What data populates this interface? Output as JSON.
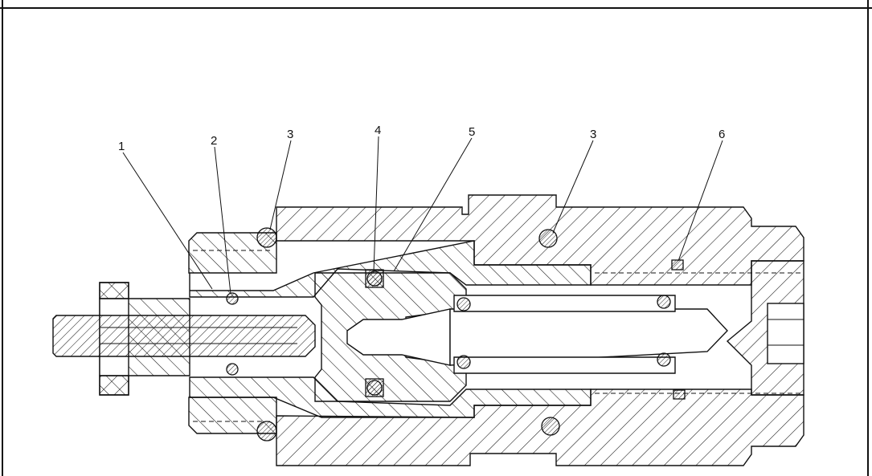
{
  "diagram": {
    "callouts": [
      {
        "id": "1",
        "text": "1"
      },
      {
        "id": "2",
        "text": "2"
      },
      {
        "id": "3a",
        "text": "3"
      },
      {
        "id": "4",
        "text": "4"
      },
      {
        "id": "5",
        "text": "5"
      },
      {
        "id": "3b",
        "text": "3"
      },
      {
        "id": "6",
        "text": "6"
      }
    ],
    "colors": {
      "ink": "#111111",
      "paper": "#ffffff"
    }
  }
}
